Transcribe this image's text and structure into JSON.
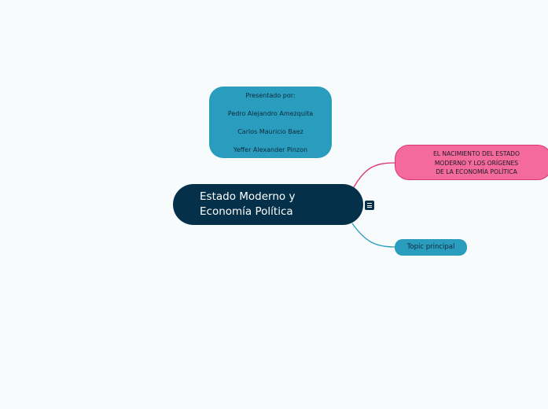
{
  "presenters": {
    "lines": [
      "Presentado por:",
      "Pedro Alejandro Amezquita",
      "Carlos Mauricio Baez",
      "Yeffer Alexander Pinzon"
    ]
  },
  "central_topic": {
    "lines": [
      "Estado Moderno y",
      "Economía Política"
    ],
    "icon": "notes-icon"
  },
  "topics": [
    {
      "lines": [
        "EL NACIMIENTO DEL ESTADO",
        "MODERNO Y LOS ORÍGENES",
        "DE LA ECONOMÍA POLÍTICA"
      ],
      "color": "#f46a9a",
      "connector_color": "#d9386f"
    },
    {
      "label": "Topic principal",
      "color": "#2a9cbe",
      "connector_color": "#2a9cbe"
    }
  ],
  "colors": {
    "background": "#f8fbfc",
    "central": "#05304a",
    "presenters": "#2a9cbe"
  }
}
